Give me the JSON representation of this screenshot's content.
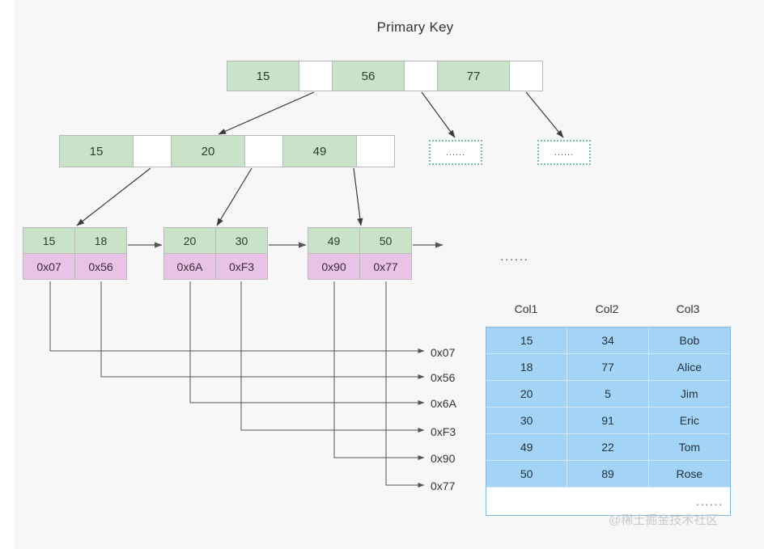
{
  "title": "Primary Key",
  "colors": {
    "key_fill": "#c9e3c9",
    "pointer_fill": "#ffffff",
    "leaf_addr_fill": "#e8c3e6",
    "table_fill": "#a3d4f5",
    "table_border": "#7fb8e0",
    "dotted_border": "#76bfa6",
    "background": "#f7f7f7"
  },
  "root_node": {
    "cells": [
      {
        "type": "key",
        "label": "15"
      },
      {
        "type": "pointer",
        "label": ""
      },
      {
        "type": "key",
        "label": "56"
      },
      {
        "type": "pointer",
        "label": ""
      },
      {
        "type": "key",
        "label": "77"
      },
      {
        "type": "pointer",
        "label": ""
      }
    ]
  },
  "internal_node": {
    "cells": [
      {
        "type": "key",
        "label": "15"
      },
      {
        "type": "pointer",
        "label": ""
      },
      {
        "type": "key",
        "label": "20"
      },
      {
        "type": "pointer",
        "label": ""
      },
      {
        "type": "key",
        "label": "49"
      },
      {
        "type": "pointer",
        "label": ""
      }
    ]
  },
  "leaf_nodes": [
    {
      "keys": [
        "15",
        "18"
      ],
      "addresses": [
        "0x07",
        "0x56"
      ]
    },
    {
      "keys": [
        "20",
        "30"
      ],
      "addresses": [
        "0x6A",
        "0xF3"
      ]
    },
    {
      "keys": [
        "49",
        "50"
      ],
      "addresses": [
        "0x90",
        "0x77"
      ]
    }
  ],
  "placeholder_boxes": [
    {
      "label": "......"
    },
    {
      "label": "......"
    }
  ],
  "leaf_overflow_ellipsis": "......",
  "address_labels": [
    {
      "label": "0x07"
    },
    {
      "label": "0x56"
    },
    {
      "label": "0x6A"
    },
    {
      "label": "0xF3"
    },
    {
      "label": "0x90"
    },
    {
      "label": "0x77"
    }
  ],
  "data_table": {
    "headers": [
      "Col1",
      "Col2",
      "Col3"
    ],
    "rows": [
      [
        "15",
        "34",
        "Bob"
      ],
      [
        "18",
        "77",
        "Alice"
      ],
      [
        "20",
        "5",
        "Jim"
      ],
      [
        "30",
        "91",
        "Eric"
      ],
      [
        "49",
        "22",
        "Tom"
      ],
      [
        "50",
        "89",
        "Rose"
      ]
    ],
    "footer_ellipsis": "......"
  },
  "watermark": "@稀土掘金技术社区"
}
